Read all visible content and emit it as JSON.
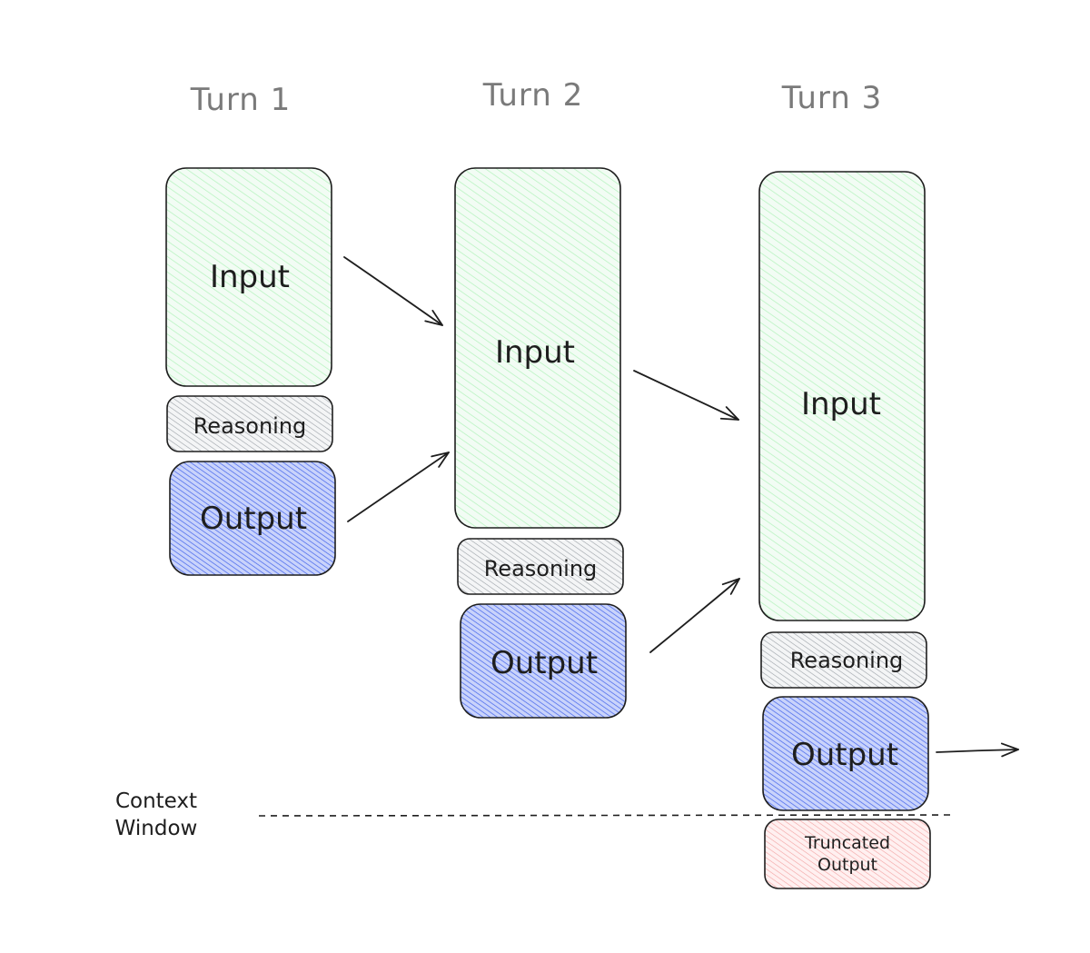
{
  "turns": [
    {
      "title": "Turn 1",
      "input": "Input",
      "reasoning": "Reasoning",
      "output": "Output"
    },
    {
      "title": "Turn 2",
      "input": "Input",
      "reasoning": "Reasoning",
      "output": "Output"
    },
    {
      "title": "Turn 3",
      "input": "Input",
      "reasoning": "Reasoning",
      "output": "Output"
    }
  ],
  "context_window": {
    "line1": "Context",
    "line2": "Window"
  },
  "truncated": {
    "line1": "Truncated",
    "line2": "Output"
  },
  "colors": {
    "input_fill": "#b2f2bb",
    "reasoning_fill": "#ced4da",
    "output_fill": "#4263eb",
    "truncated_fill": "#ffc9c9",
    "stroke": "#1e1e1e",
    "title": "#7a7a7a"
  }
}
